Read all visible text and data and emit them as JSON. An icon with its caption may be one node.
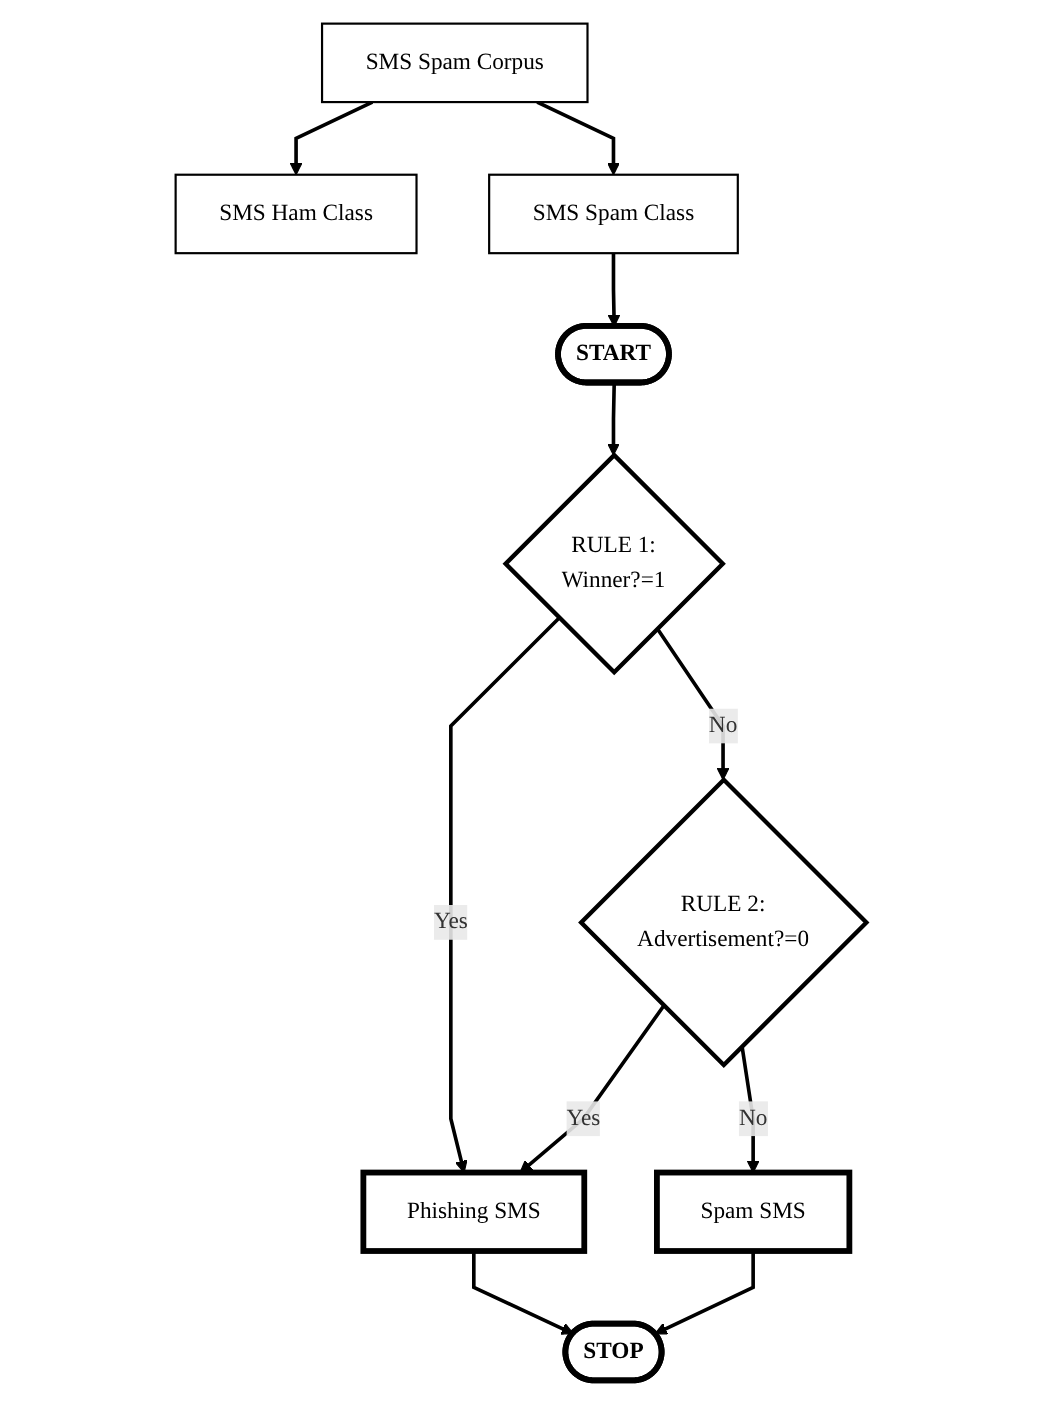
{
  "diagram": {
    "nodes": [
      {
        "text": [
          "SMS Spam Corpus"
        ]
      },
      {
        "text": [
          "SMS Ham Class"
        ]
      },
      {
        "text": [
          "SMS Spam Class"
        ]
      },
      {
        "text": [
          "START"
        ]
      },
      {
        "text": [
          "RULE 1:",
          "Winner?=1"
        ]
      },
      {
        "text": [
          "Phishing SMS"
        ]
      },
      {
        "text": [
          "RULE 2:",
          "Advertisement?=0"
        ]
      },
      {
        "text": [
          "Spam SMS"
        ]
      },
      {
        "text": [
          "STOP"
        ]
      }
    ],
    "edges": [
      {
        "from": 0,
        "to": 1,
        "arrow": "to"
      },
      {
        "from": 0,
        "to": 2,
        "arrow": "to"
      },
      {
        "from": 2,
        "to": 3,
        "arrow": "to"
      },
      {
        "from": 3,
        "to": 4,
        "arrow": "to"
      },
      {
        "from": 4,
        "to": 5,
        "arrow": "to",
        "label": "Yes"
      },
      {
        "from": 4,
        "to": 6,
        "arrow": "to",
        "label": "No"
      },
      {
        "from": 6,
        "to": 5,
        "arrow": "to",
        "label": "Yes"
      },
      {
        "from": 6,
        "to": 7,
        "arrow": "to",
        "label": "No"
      },
      {
        "from": 7,
        "to": 8,
        "arrow": "to"
      },
      {
        "from": 5,
        "to": 8,
        "arrow": "to"
      }
    ]
  }
}
